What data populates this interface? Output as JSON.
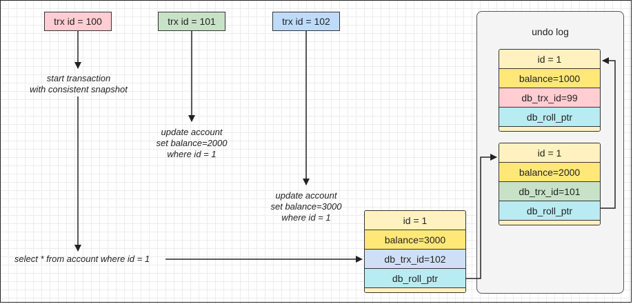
{
  "transactions": [
    {
      "label": "trx id = 100",
      "color": "#ffcdd2"
    },
    {
      "label": "trx id = 101",
      "color": "#c8e2c8"
    },
    {
      "label": "trx id = 102",
      "color": "#bfdbfa"
    }
  ],
  "notes": {
    "start": [
      "start transaction",
      "with consistent snapshot"
    ],
    "update2000": [
      "update account",
      "set balance=2000",
      "where id = 1"
    ],
    "update3000": [
      "update account",
      "set balance=3000",
      "where id = 1"
    ],
    "select": "select * from account where id = 1"
  },
  "undo_log": {
    "title": "undo log",
    "record_a": {
      "id": "id = 1",
      "balance": "balance=1000",
      "trx": "db_trx_id=99",
      "ptr": "db_roll_ptr"
    },
    "record_b": {
      "id": "id = 1",
      "balance": "balance=2000",
      "trx": "db_trx_id=101",
      "ptr": "db_roll_ptr"
    }
  },
  "current_record": {
    "id": "id = 1",
    "balance": "balance=3000",
    "trx": "db_trx_id=102",
    "ptr": "db_roll_ptr"
  }
}
